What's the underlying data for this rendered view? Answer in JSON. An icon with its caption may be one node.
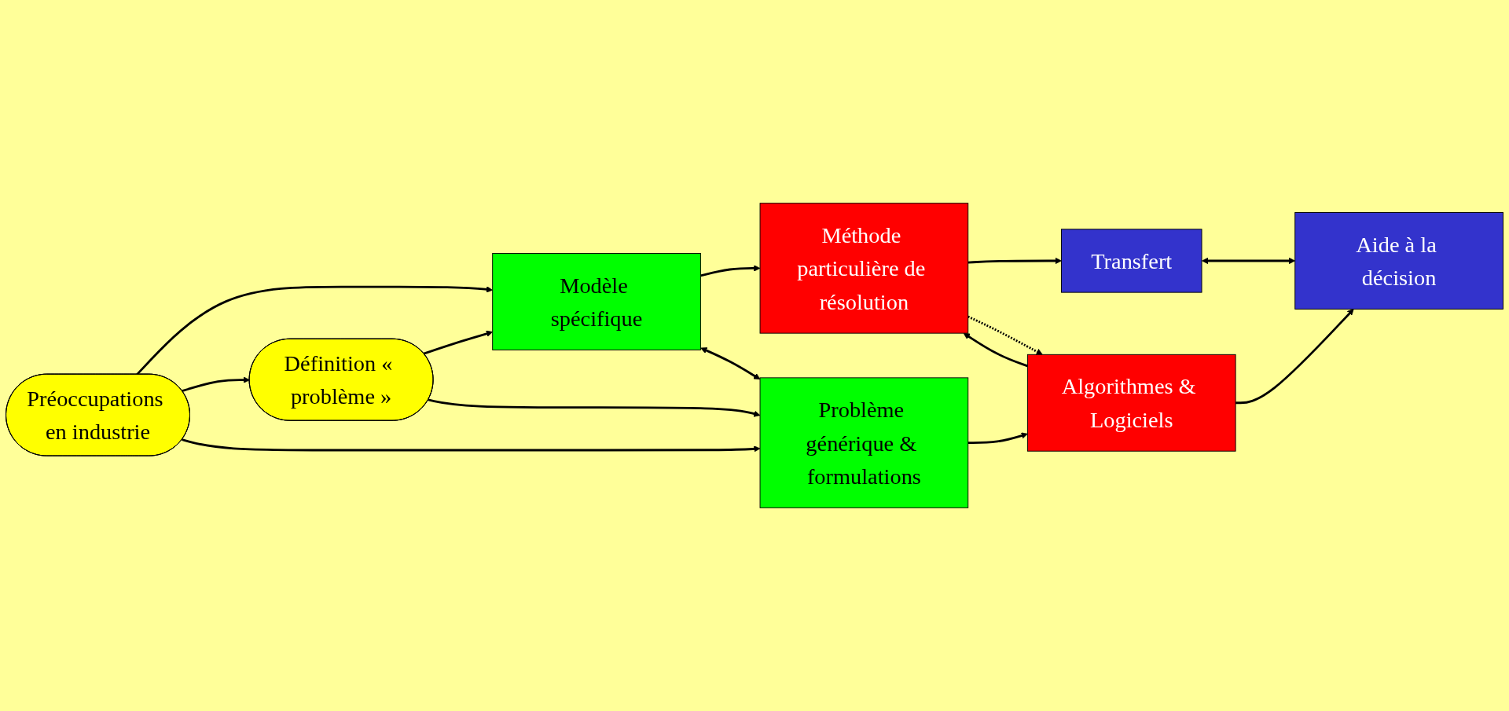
{
  "diagram": {
    "nodes": [
      {
        "text": [
          "Préoccupations en industrie"
        ]
      },
      {
        "text": [
          "Modèle spécifique"
        ]
      },
      {
        "text": [
          "Méthode particulière de résolution"
        ]
      },
      {
        "text": [
          "Transfert"
        ]
      },
      {
        "text": [
          "Définition « problème »"
        ]
      },
      {
        "text": [
          "Problème générique & formulations"
        ]
      },
      {
        "text": [
          "Algorithmes & Logiciels"
        ]
      },
      {
        "text": [
          "Aide à la décision"
        ]
      }
    ],
    "edges": [
      {
        "from": 0,
        "to": 1,
        "arrow": "to"
      },
      {
        "from": 1,
        "to": 2,
        "arrow": "to"
      },
      {
        "from": 2,
        "to": 3,
        "arrow": "to"
      },
      {
        "from": 0,
        "to": 4,
        "arrow": "to"
      },
      {
        "from": 0,
        "to": 5,
        "arrow": "to"
      },
      {
        "from": 4,
        "to": 1,
        "arrow": "to"
      },
      {
        "from": 1,
        "to": 5,
        "arrow": "both"
      },
      {
        "from": 6,
        "to": 2,
        "arrow": "to"
      },
      {
        "from": 2,
        "to": 6,
        "arrow": "to",
        "style": "dashed"
      },
      {
        "from": 3,
        "to": 7,
        "arrow": "both"
      },
      {
        "from": 4,
        "to": 5,
        "arrow": "to"
      },
      {
        "from": 5,
        "to": 6,
        "arrow": "to"
      },
      {
        "from": 6,
        "to": 7,
        "arrow": "to"
      }
    ]
  }
}
